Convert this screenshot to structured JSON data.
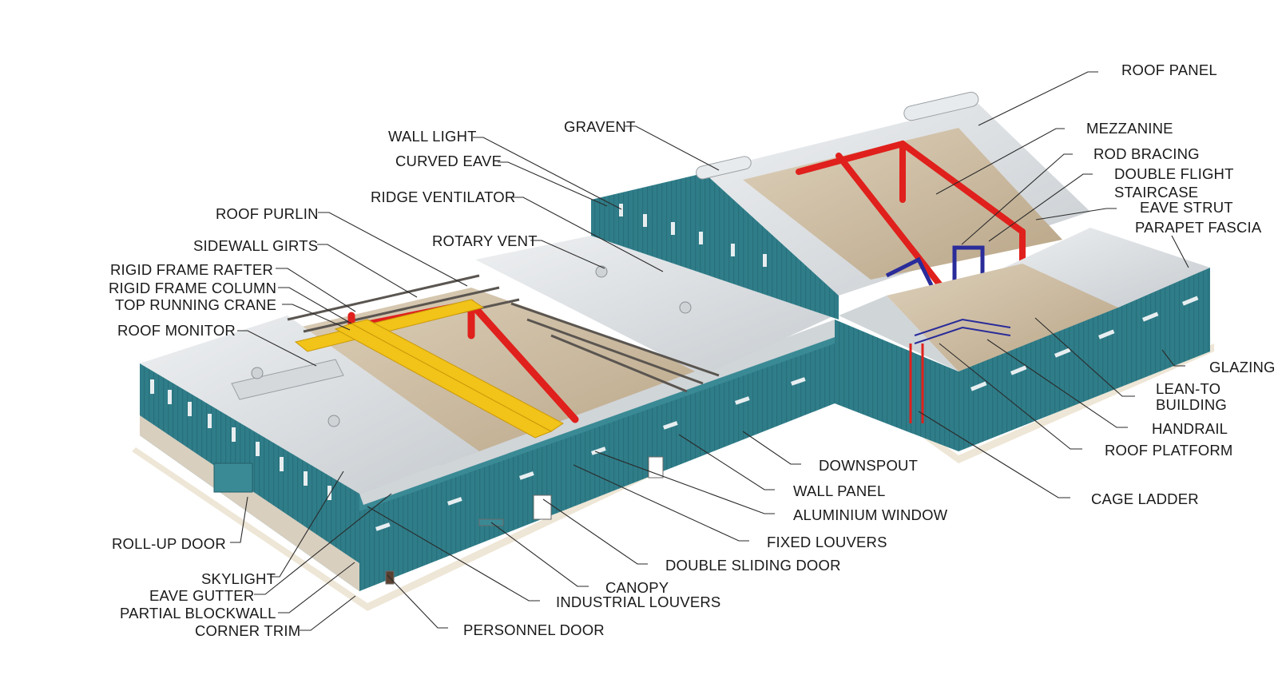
{
  "labels": {
    "wall_light": "WALL LIGHT",
    "curved_eave": "CURVED EAVE",
    "ridge_ventilator": "RIDGE VENTILATOR",
    "roof_purlin": "ROOF PURLIN",
    "sidewall_girts": "SIDEWALL GIRTS",
    "rigid_frame_rafter": "RIGID FRAME RAFTER",
    "rigid_frame_column": "RIGID FRAME COLUMN",
    "top_running_crane": "TOP RUNNING CRANE",
    "roof_monitor": "ROOF MONITOR",
    "gravent": "GRAVENT",
    "rotary_vent": "ROTARY VENT",
    "roof_panel": "ROOF PANEL",
    "mezzanine": "MEZZANINE",
    "rod_bracing": "ROD BRACING",
    "double_flight": "DOUBLE FLIGHT",
    "staircase": "STAIRCASE",
    "eave_strut": "EAVE STRUT",
    "parapet_fascia": "PARAPET FASCIA",
    "glazing": "GLAZING",
    "lean_to": "LEAN-TO",
    "building": "BUILDING",
    "handrail": "HANDRAIL",
    "roof_platform": "ROOF PLATFORM",
    "cage_ladder": "CAGE LADDER",
    "downspout": "DOWNSPOUT",
    "wall_panel": "WALL PANEL",
    "aluminium_window": "ALUMINIUM WINDOW",
    "fixed_louvers": "FIXED LOUVERS",
    "double_sliding_door": "DOUBLE SLIDING DOOR",
    "canopy": "CANOPY",
    "industrial_louvers": "INDUSTRIAL LOUVERS",
    "personnel_door": "PERSONNEL DOOR",
    "roll_up_door": "ROLL-UP DOOR",
    "skylight": "SKYLIGHT",
    "eave_gutter": "EAVE GUTTER",
    "partial_blockwall": "PARTIAL BLOCKWALL",
    "corner_trim": "CORNER TRIM"
  },
  "colors": {
    "wall_teal": "#2f7d89",
    "wall_dark": "#235f69",
    "roof_light": "#e6e8ea",
    "roof_mid": "#c9ced2",
    "steel_red": "#e0201c",
    "crane_yellow": "#f2c318",
    "stair_blue": "#2a2c9a",
    "floor_tan": "#cdb89a",
    "block_beige": "#d9cfbf",
    "leader": "#2a2a2a"
  }
}
